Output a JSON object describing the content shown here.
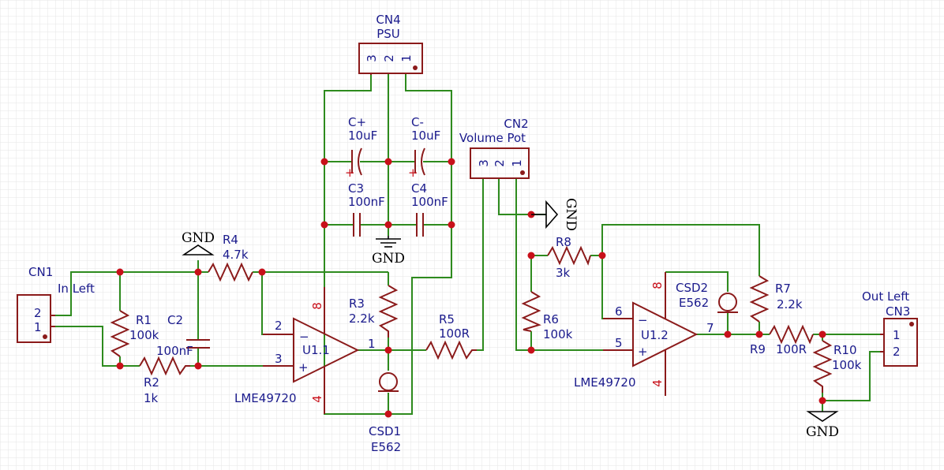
{
  "connectors": {
    "cn4": {
      "ref": "CN4",
      "name": "PSU",
      "pins": [
        "3",
        "2",
        "1"
      ]
    },
    "cn2": {
      "ref": "CN2",
      "name": "Volume Pot",
      "pins": [
        "3",
        "2",
        "1"
      ]
    },
    "cn1": {
      "ref": "CN1",
      "name": "In Left",
      "pins": [
        "2",
        "1"
      ]
    },
    "cn3": {
      "ref": "CN3",
      "name": "Out Left",
      "pins": [
        "1",
        "2"
      ]
    }
  },
  "components": {
    "c_plus": {
      "ref": "C+",
      "value": "10uF"
    },
    "c_minus": {
      "ref": "C-",
      "value": "10uF"
    },
    "c3": {
      "ref": "C3",
      "value": "100nF"
    },
    "c4": {
      "ref": "C4",
      "value": "100nF"
    },
    "r1": {
      "ref": "R1",
      "value": "100k"
    },
    "c2": {
      "ref": "C2",
      "value": "100nF"
    },
    "r2": {
      "ref": "R2",
      "value": "1k"
    },
    "r4": {
      "ref": "R4",
      "value": "4.7k"
    },
    "r3": {
      "ref": "R3",
      "value": "2.2k"
    },
    "r5": {
      "ref": "R5",
      "value": "100R"
    },
    "r6": {
      "ref": "R6",
      "value": "100k"
    },
    "r8": {
      "ref": "R8",
      "value": "3k"
    },
    "r7": {
      "ref": "R7",
      "value": "2.2k"
    },
    "r9": {
      "ref": "R9",
      "value": "100R"
    },
    "r10": {
      "ref": "R10",
      "value": "100k"
    },
    "csd1": {
      "ref": "CSD1",
      "value": "E562"
    },
    "csd2": {
      "ref": "CSD2",
      "value": "E562"
    }
  },
  "opamps": {
    "u1_1": {
      "ref": "U1.1",
      "part": "LME49720",
      "pin_inv": "2",
      "pin_noninv": "3",
      "pin_out": "1",
      "pin_vp": "8",
      "pin_vn": "4"
    },
    "u1_2": {
      "ref": "U1.2",
      "part": "LME49720",
      "pin_inv": "6",
      "pin_noninv": "5",
      "pin_out": "7",
      "pin_vp": "8",
      "pin_vn": "4"
    }
  },
  "symbols": {
    "minus": "−",
    "plus": "+",
    "cap_polarity": "+"
  },
  "gnd_label": "GND",
  "colors": {
    "wire": "#2e8b1e",
    "component": "#8b1a1a",
    "junction": "#c8101a",
    "text": "#1a1a8c",
    "power_pin": "#c8101a",
    "grid": "#e4e4e4"
  }
}
